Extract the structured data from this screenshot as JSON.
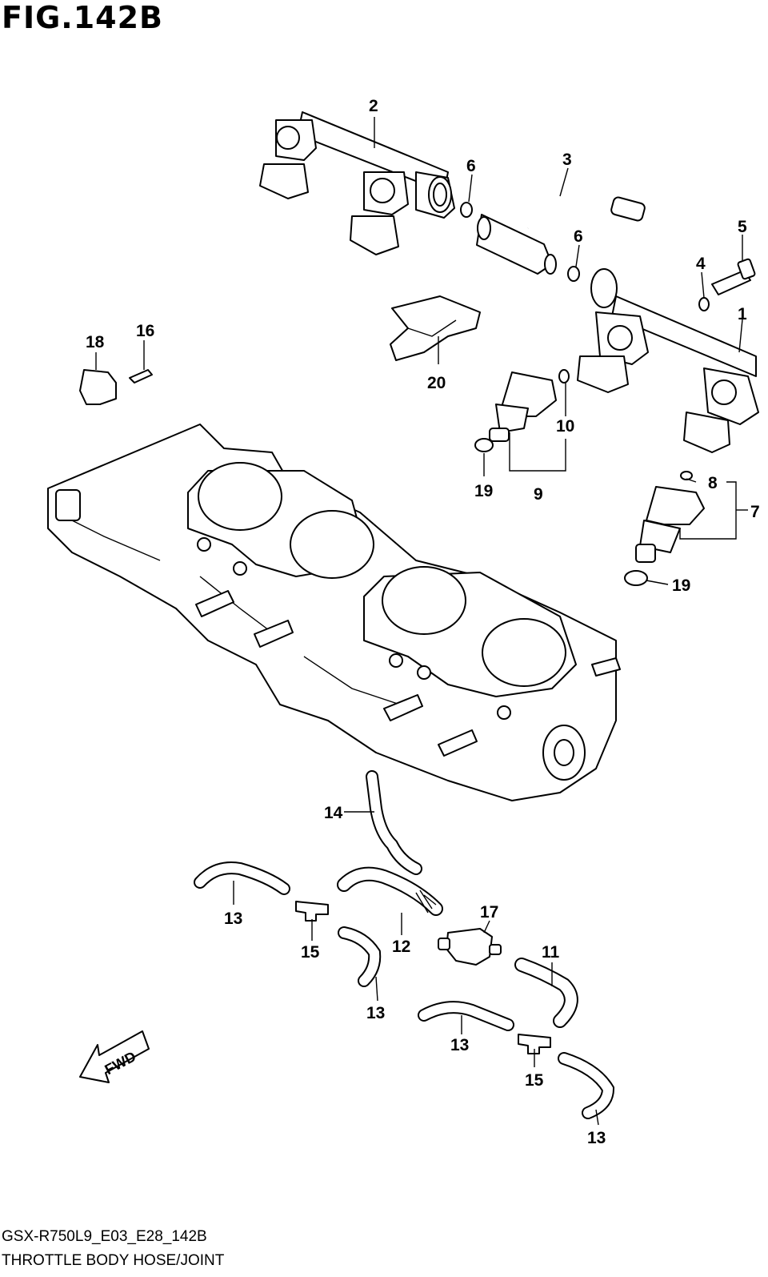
{
  "figure_title": "FIG.142B",
  "fwd_label": "FWD",
  "footer": {
    "code": "GSX-R750L9_E03_E28_142B",
    "caption": "THROTTLE BODY HOSE/JOINT"
  },
  "callouts": {
    "c1": "1",
    "c2": "2",
    "c3": "3",
    "c4": "4",
    "c5": "5",
    "c6a": "6",
    "c6b": "6",
    "c7": "7",
    "c8": "8",
    "c9": "9",
    "c10": "10",
    "c11": "11",
    "c12": "12",
    "c13a": "13",
    "c13b": "13",
    "c13c": "13",
    "c13d": "13",
    "c14": "14",
    "c15a": "15",
    "c15b": "15",
    "c16": "16",
    "c17": "17",
    "c18": "18",
    "c19a": "19",
    "c19b": "19",
    "c20": "20"
  }
}
